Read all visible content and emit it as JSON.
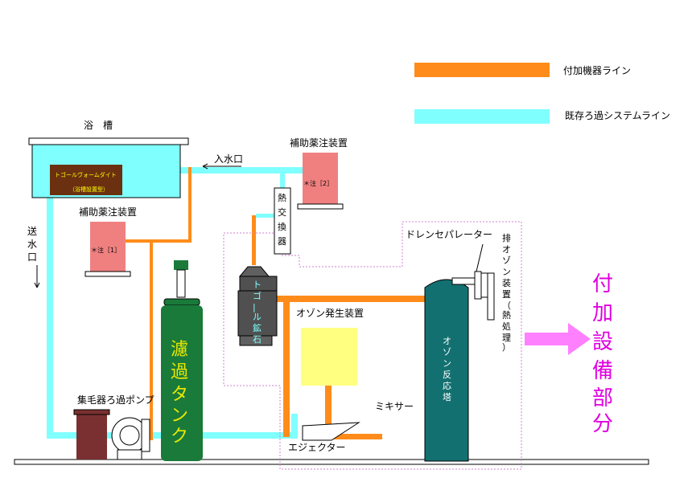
{
  "legend": {
    "added_equipment_line": {
      "label": "付加機器ライン",
      "color": "#ff8c1a"
    },
    "existing_filtration_line": {
      "label": "既存ろ過システムライン",
      "color": "#80ffff"
    }
  },
  "labels": {
    "bathtub": "浴　槽",
    "tourmaline_dike": "トゴールヴォームダイト",
    "tourmaline_dike_sub": "（浴槽設置型）",
    "inlet": "入水口",
    "outlet": "送水口",
    "dosing_unit_1": "補助薬注装置",
    "dosing_unit_1_note": "＊注［1］",
    "dosing_unit_2": "補助薬注装置",
    "dosing_unit_2_note": "＊注［2］",
    "heat_exchanger": "熱交換器",
    "tourmaline_stone": "トゴール鉱石",
    "filter_tank": "濾過タンク",
    "hair_catcher_pump": "集毛器ろ過ポンプ",
    "ozone_generator": "オゾン発生装置",
    "ejector": "エジェクター",
    "mixer": "ミキサー",
    "ozone_reactor": "オゾン反応塔",
    "drain_separator": "ドレンセパレーター",
    "exhaust_ozone_unit": "排オゾン装置（熱処理）",
    "added_section": "付加設備部分"
  },
  "colors": {
    "orange_line": "#ff8c1a",
    "cyan_line": "#80ffff",
    "pink_box": "#f08080",
    "filter_tank": "#1a7a3a",
    "filter_tank_text": "#e8e800",
    "reactor": "#137070",
    "ozone_generator": "#ffff80",
    "bathtub_inner": "#6b3010",
    "hair_catcher": "#7a3030",
    "added_section": "#e000e0",
    "arrow": "#ff80ff"
  }
}
